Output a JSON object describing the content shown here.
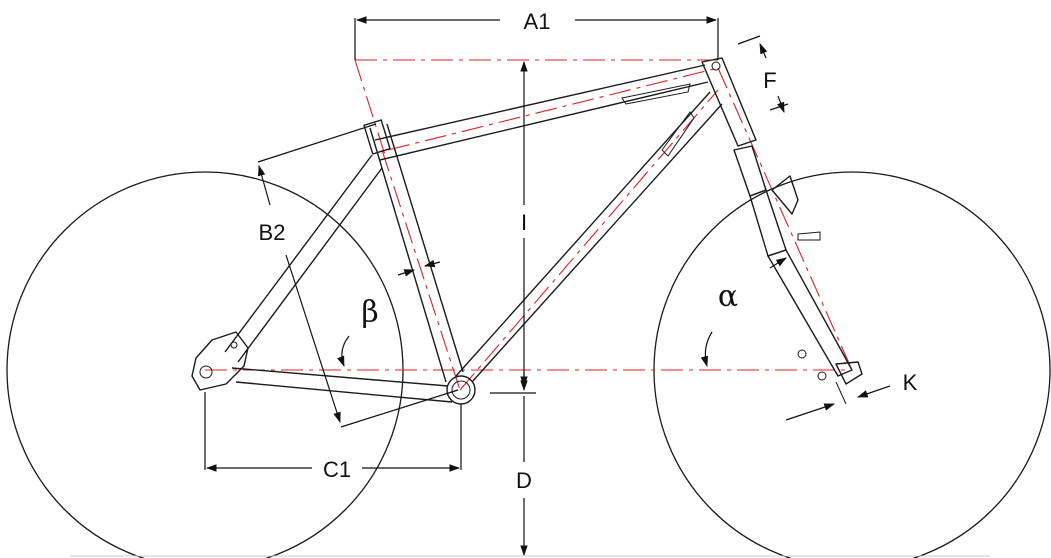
{
  "labels": {
    "A1": "A1",
    "B2": "B2",
    "C1": "C1",
    "D": "D",
    "F": "F",
    "I": "I",
    "K": "K",
    "alpha": "α",
    "beta": "β"
  },
  "colors": {
    "centerline": "#e02020",
    "lines": "#1a1a1a"
  }
}
